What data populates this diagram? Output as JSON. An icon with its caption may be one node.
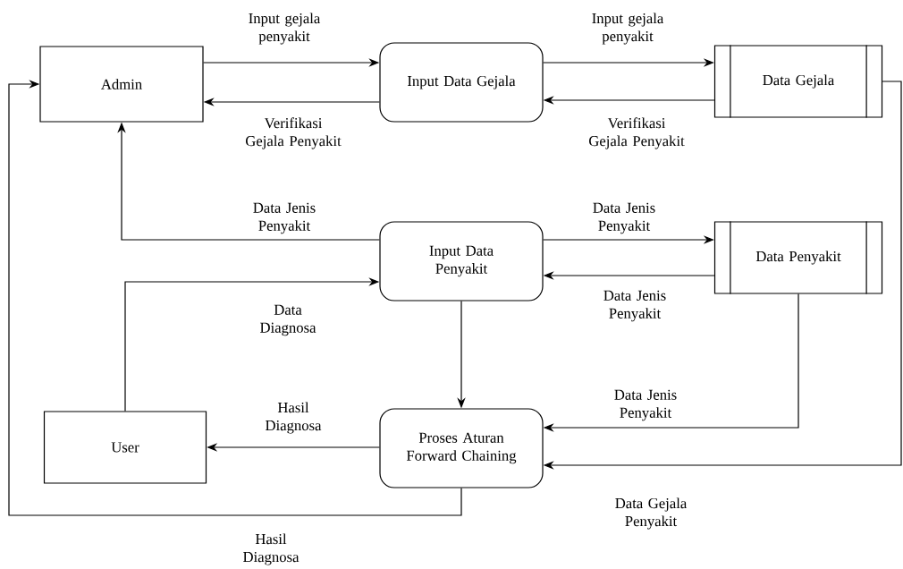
{
  "diagram": {
    "nodes": [
      {
        "text": [
          "Admin"
        ]
      },
      {
        "text": [
          "Input Data Gejala"
        ]
      },
      {
        "text": [
          "Data Gejala"
        ]
      },
      {
        "text": [
          "Input Data Penyakit"
        ]
      },
      {
        "text": [
          "Data Penyakit"
        ]
      },
      {
        "text": [
          "User"
        ]
      },
      {
        "text": [
          "Proses Aturan Forward Chaining"
        ]
      }
    ],
    "edges": [
      {
        "from": 0,
        "to": 1,
        "arrow": "to",
        "label": "Input gejala penyakit"
      },
      {
        "from": 1,
        "to": 0,
        "arrow": "to",
        "label": "Verifikasi Gejala Penyakit"
      },
      {
        "from": 1,
        "to": 2,
        "arrow": "to",
        "label": "Input gejala penyakit"
      },
      {
        "from": 2,
        "to": 1,
        "arrow": "to",
        "label": "Verifikasi Gejala Penyakit"
      },
      {
        "from": 3,
        "to": 0,
        "arrow": "to",
        "label": "Data Jenis Penyakit"
      },
      {
        "from": 5,
        "to": 3,
        "arrow": "to",
        "label": "Data Diagnosa"
      },
      {
        "from": 3,
        "to": 4,
        "arrow": "to",
        "label": "Data Jenis Penyakit"
      },
      {
        "from": 4,
        "to": 3,
        "arrow": "to",
        "label": "Data Jenis Penyakit"
      },
      {
        "from": 3,
        "to": 6,
        "arrow": "to"
      },
      {
        "from": 4,
        "to": 6,
        "arrow": "to",
        "label": "Data Jenis Penyakit"
      },
      {
        "from": 2,
        "to": 6,
        "arrow": "to",
        "label": "Data Gejala Penyakit"
      },
      {
        "from": 6,
        "to": 5,
        "arrow": "to",
        "label": "Hasil Diagnosa"
      },
      {
        "from": 6,
        "to": 0,
        "arrow": "to",
        "label": "Hasil Diagnosa"
      }
    ]
  }
}
